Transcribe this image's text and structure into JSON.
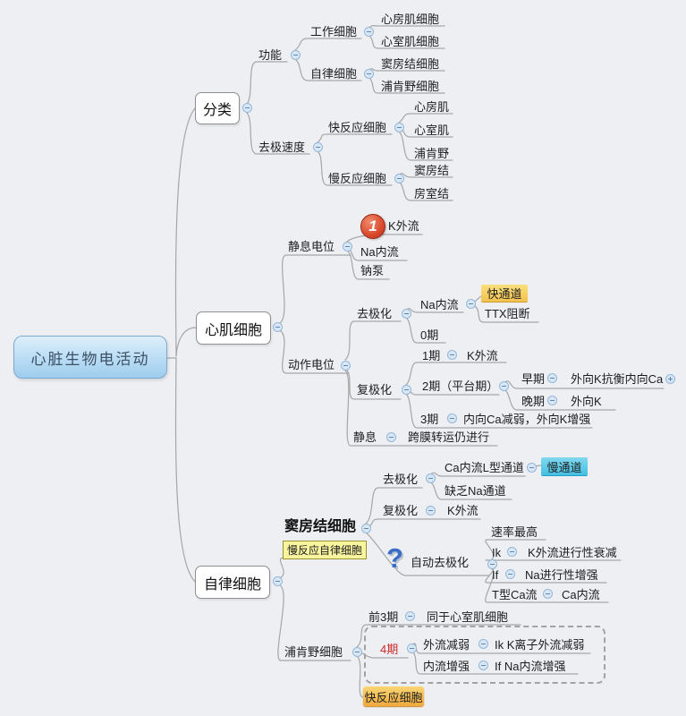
{
  "root": {
    "label": "心脏生物电活动"
  },
  "colors": {
    "background": "#edeff3",
    "line": "#a6a6a6",
    "root_fill": "#b9dcf4",
    "fast_channel_bg": "#f3c14e",
    "slow_channel_bg": "#45bfe2",
    "tag_yellow_bg": "#f9f49e",
    "tag_orange_bg": "#efa93d",
    "phase4_red": "#cc2a2a",
    "marker_red": "#d94a2e",
    "marker_blue": "#3a6cc8"
  },
  "markers": {
    "one": "1",
    "question": "?"
  },
  "branches": {
    "classification": {
      "label": "分类",
      "by_function": {
        "label": "功能",
        "working_cells": {
          "label": "工作细胞",
          "atrial": "心房肌细胞",
          "ventricular": "心室肌细胞"
        },
        "auto_cells": {
          "label": "自律细胞",
          "sinus": "窦房结细胞",
          "purkinje": "浦肯野细胞"
        }
      },
      "by_speed": {
        "label": "去极速度",
        "fast_cells": {
          "label": "快反应细胞",
          "atrial": "心房肌",
          "ventricular": "心室肌",
          "purkinje": "浦肯野"
        },
        "slow_cells": {
          "label": "慢反应细胞",
          "sinus": "窦房结",
          "av": "房室结"
        }
      }
    },
    "myocardial": {
      "label": "心肌细胞",
      "resting": {
        "label": "静息电位",
        "k_out": "K外流",
        "na_in": "Na内流",
        "na_pump": "钠泵"
      },
      "action": {
        "label": "动作电位",
        "depolarization": {
          "label": "去极化",
          "na_in": "Na内流",
          "fast_channel": "快通道",
          "ttx": "TTX阻断",
          "phase0": "0期"
        },
        "repolarization": {
          "label": "复极化",
          "phase1": "1期",
          "phase1_k": "K外流",
          "phase2": "2期（平台期）",
          "early": "早期",
          "early_desc": "外向K抗衡内向Ca",
          "late": "晚期",
          "late_desc": "外向K",
          "phase3": "3期",
          "phase3_desc": "内向Ca减弱，外向K增强"
        },
        "rest": {
          "label": "静息",
          "desc": "跨膜转运仍进行"
        }
      }
    },
    "autorhythmic": {
      "label": "自律细胞",
      "sinus_node": {
        "label": "窦房结细胞",
        "tag": "慢反应自律细胞",
        "depolarization": {
          "label": "去极化",
          "ca_l": "Ca内流L型通道",
          "slow_channel": "慢通道",
          "no_na": "缺乏Na通道"
        },
        "repolarization": {
          "label": "复极化",
          "k_out": "K外流"
        },
        "auto_depolarization": {
          "label": "自动去极化",
          "rate": "速率最高",
          "ik": "Ik",
          "ik_desc": "K外流进行性衰减",
          "if": "If",
          "if_desc": "Na进行性增强",
          "t_ca": "T型Ca流",
          "t_ca_desc": "Ca内流"
        }
      },
      "purkinje": {
        "label": "浦肯野细胞",
        "first3": {
          "label": "前3期",
          "desc": "同于心室肌细胞"
        },
        "phase4": {
          "label": "4期",
          "outflow": {
            "label": "外流减弱",
            "desc": "Ik K离子外流减弱"
          },
          "inflow": {
            "label": "内流增强",
            "desc": "If Na内流增强"
          }
        },
        "tag": "快反应细胞"
      }
    }
  }
}
